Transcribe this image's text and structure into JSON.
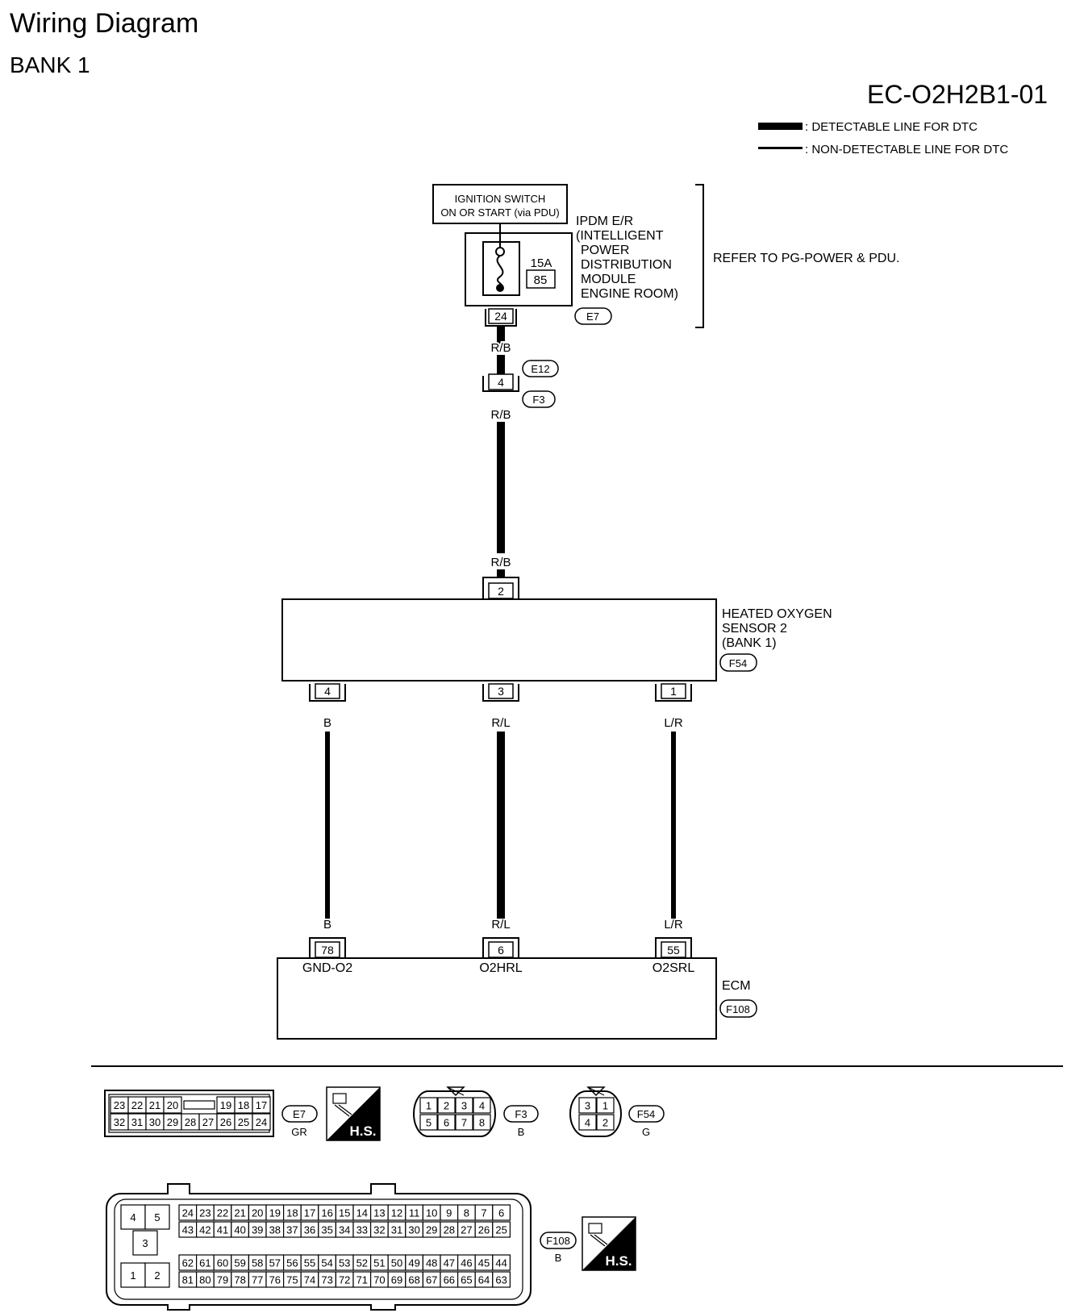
{
  "title": "Wiring Diagram",
  "subtitle": "BANK 1",
  "diagram_code": "EC-O2H2B1-01",
  "legend": {
    "detectable": ": DETECTABLE LINE FOR DTC",
    "non_detectable": ": NON-DETECTABLE LINE FOR DTC"
  },
  "ignition": {
    "line1": "IGNITION SWITCH",
    "line2": "ON OR START (via PDU)"
  },
  "ipdm": {
    "lines": [
      "IPDM E/R",
      "(INTELLIGENT",
      "POWER",
      "DISTRIBUTION",
      "MODULE",
      "ENGINE ROOM)"
    ],
    "fuse_amp": "15A",
    "fuse_no": "85",
    "pin": "24",
    "connector": "E7",
    "refer": "REFER TO PG-POWER & PDU."
  },
  "wire_colors": {
    "rb1": "R/B",
    "rb2": "R/B",
    "rb3": "R/B",
    "b_top": "B",
    "rl_top": "R/L",
    "lr_top": "L/R",
    "b_bot": "B",
    "rl_bot": "R/L",
    "lr_bot": "L/R"
  },
  "joint": {
    "pin": "4",
    "conn_top": "E12",
    "conn_bot": "F3"
  },
  "sensor": {
    "lines": [
      "HEATED OXYGEN",
      "SENSOR 2",
      "(BANK 1)"
    ],
    "connector": "F54",
    "pin_top": "2",
    "pins": [
      "4",
      "3",
      "1"
    ]
  },
  "ecm": {
    "name": "ECM",
    "connector": "F108",
    "pins": [
      "78",
      "6",
      "55"
    ],
    "terminals": [
      "GND-O2",
      "O2HRL",
      "O2SRL"
    ]
  },
  "connector_views": {
    "e7": {
      "row1": [
        "23",
        "22",
        "21",
        "20",
        "19",
        "18",
        "17"
      ],
      "row2": [
        "32",
        "31",
        "30",
        "29",
        "28",
        "27",
        "26",
        "25",
        "24"
      ],
      "id": "E7",
      "color": "GR"
    },
    "hs": "H.S.",
    "f3": {
      "row1": [
        "1",
        "2",
        "3",
        "4"
      ],
      "row2": [
        "5",
        "6",
        "7",
        "8"
      ],
      "id": "F3",
      "color": "B"
    },
    "f54": {
      "row1": [
        "3",
        "1"
      ],
      "row2": [
        "4",
        "2"
      ],
      "id": "F54",
      "color": "G"
    },
    "f108": {
      "left": [
        "4",
        "5",
        "3",
        "1",
        "2"
      ],
      "row1": [
        "24",
        "23",
        "22",
        "21",
        "20",
        "19",
        "18",
        "17",
        "16",
        "15",
        "14",
        "13",
        "12",
        "11",
        "10",
        "9",
        "8",
        "7",
        "6"
      ],
      "row2": [
        "43",
        "42",
        "41",
        "40",
        "39",
        "38",
        "37",
        "36",
        "35",
        "34",
        "33",
        "32",
        "31",
        "30",
        "29",
        "28",
        "27",
        "26",
        "25"
      ],
      "row3": [
        "62",
        "61",
        "60",
        "59",
        "58",
        "57",
        "56",
        "55",
        "54",
        "53",
        "52",
        "51",
        "50",
        "49",
        "48",
        "47",
        "46",
        "45",
        "44"
      ],
      "row4": [
        "81",
        "80",
        "79",
        "78",
        "77",
        "76",
        "75",
        "74",
        "73",
        "72",
        "71",
        "70",
        "69",
        "68",
        "67",
        "66",
        "65",
        "64",
        "63"
      ],
      "id": "F108",
      "color": "B"
    }
  }
}
